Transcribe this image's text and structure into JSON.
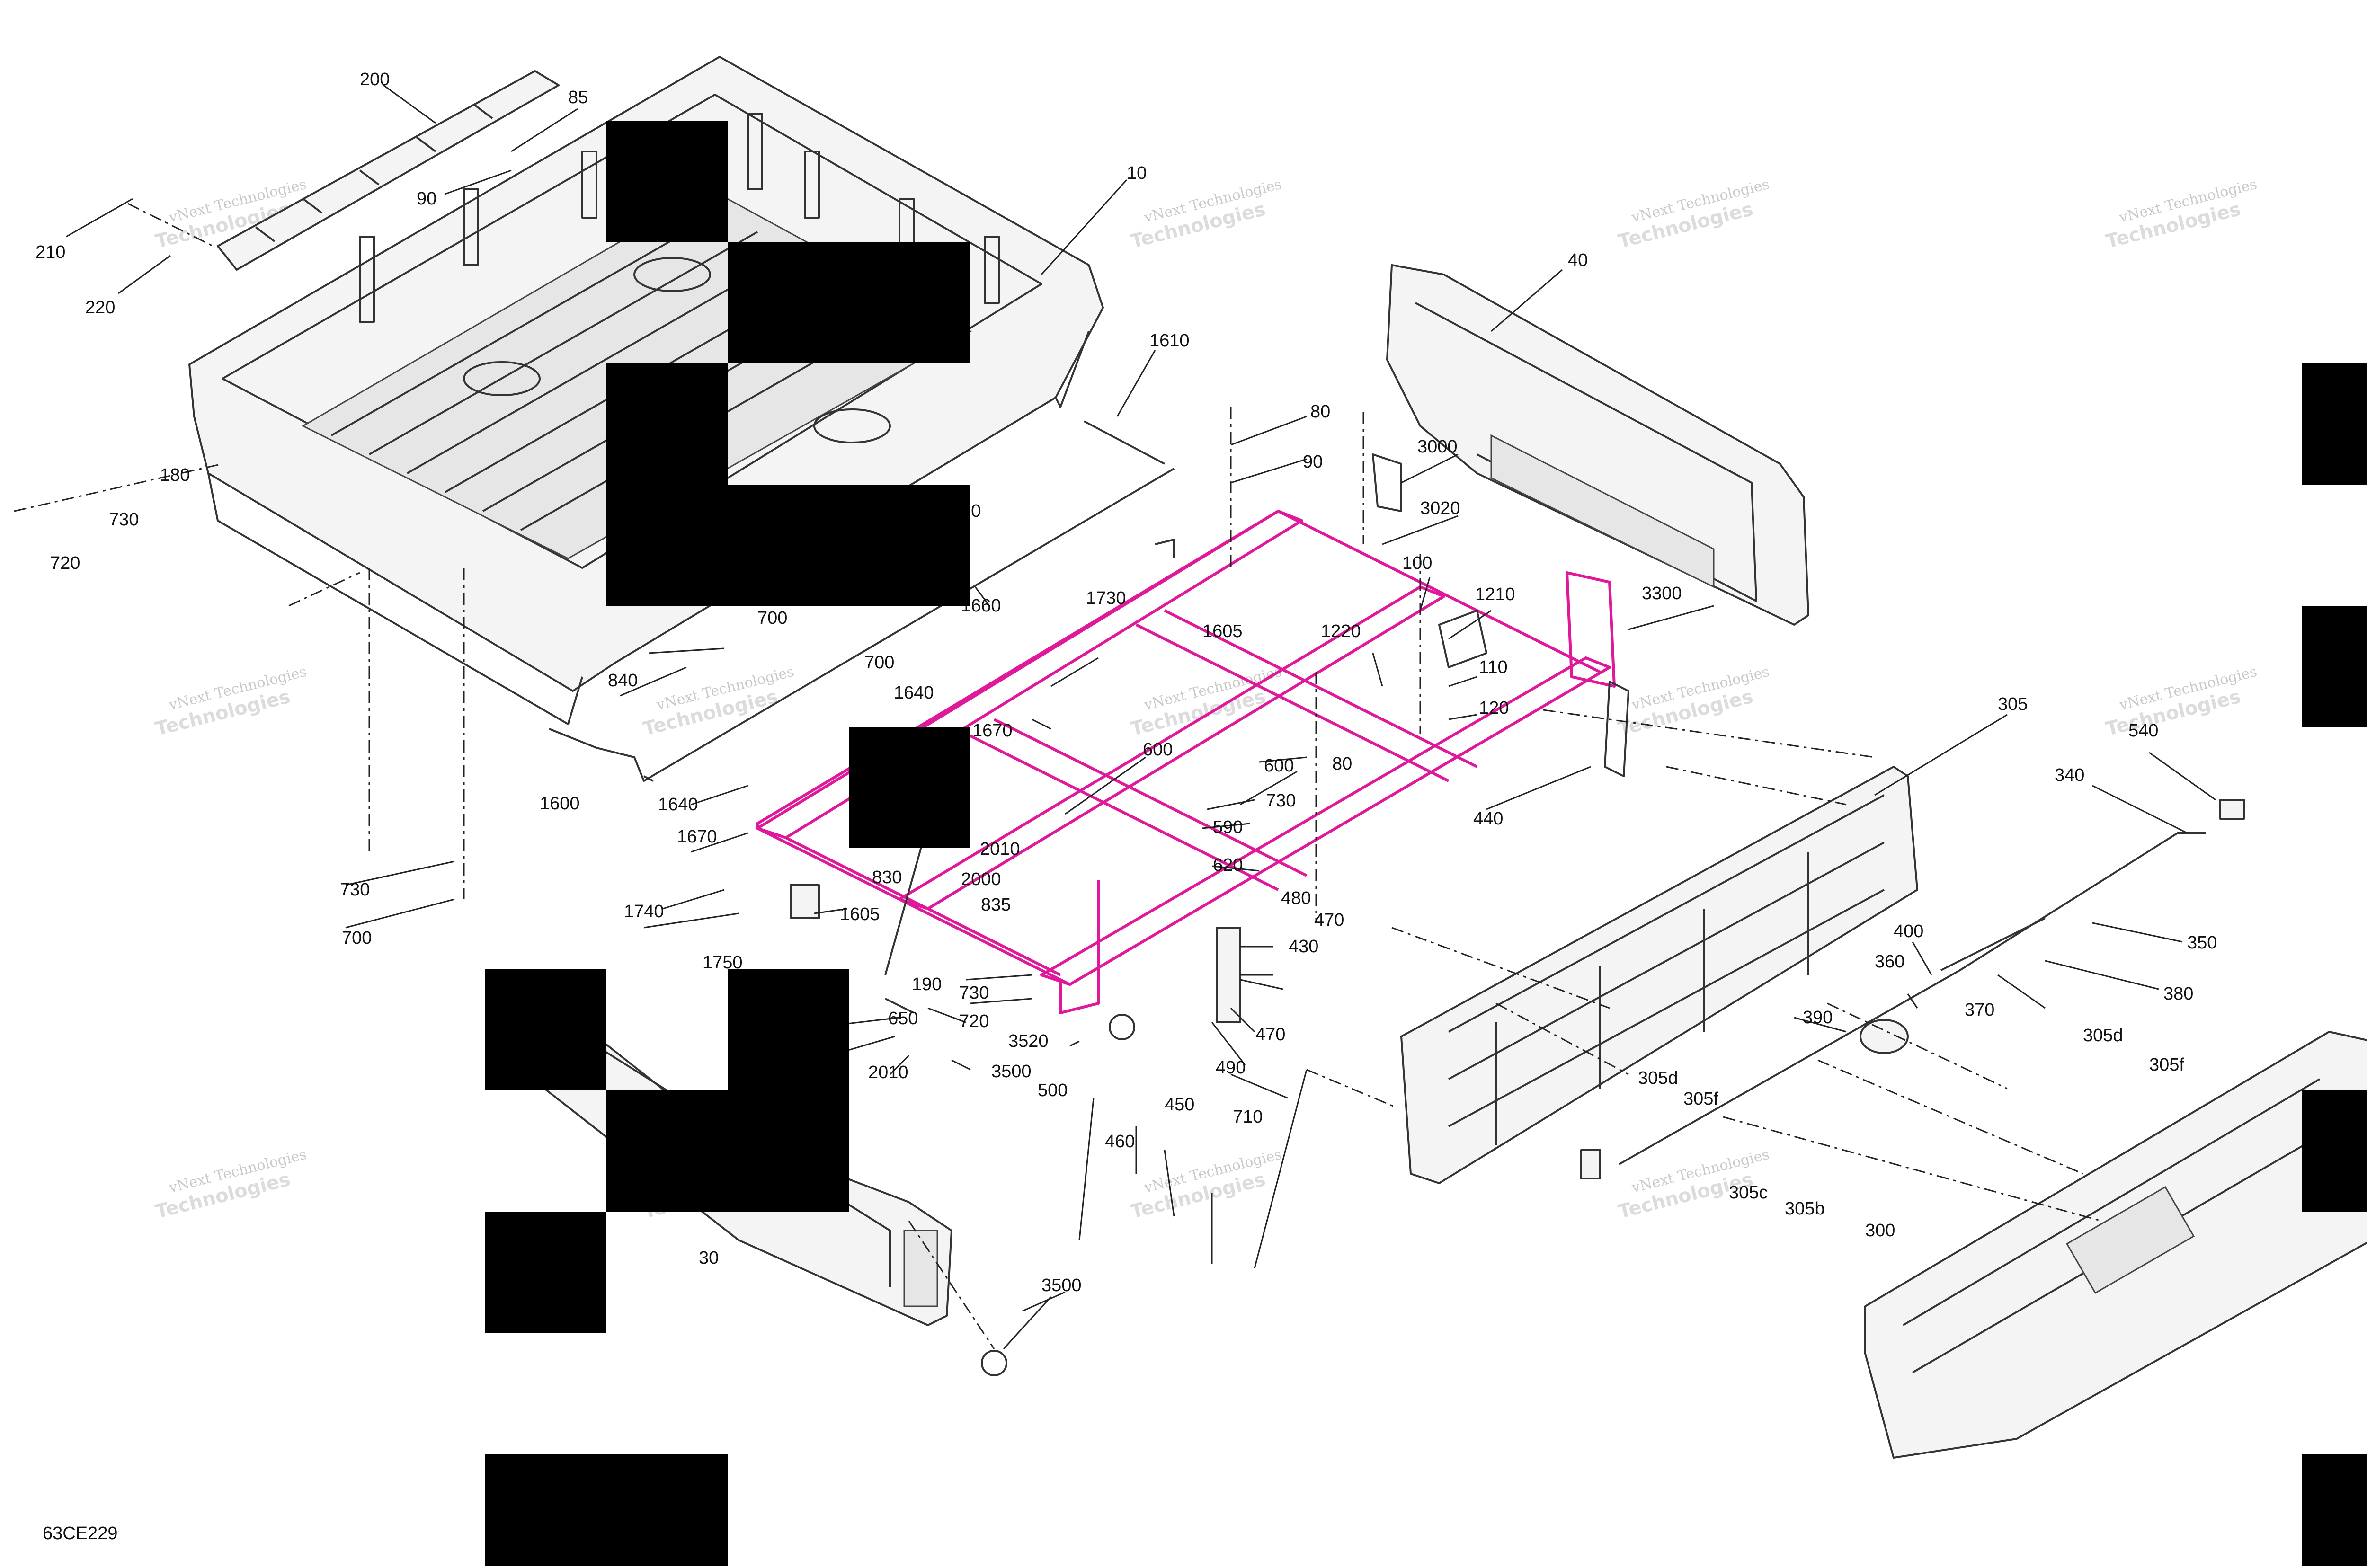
{
  "diagram_id": "63CE229",
  "watermark": {
    "line1": "vNext Technologies",
    "line2": "Technologies"
  },
  "callouts": {
    "c10": "10",
    "c30": "30",
    "c40": "40",
    "c80a": "80",
    "c80b": "80",
    "c85": "85",
    "c90a": "90",
    "c90b": "90",
    "c100": "100",
    "c110": "110",
    "c120": "120",
    "c180": "180",
    "c190": "190",
    "c200": "200",
    "c210": "210",
    "c220": "220",
    "c300": "300",
    "c305": "305",
    "c305b": "305b",
    "c305c": "305c",
    "c305d1": "305d",
    "c305d2": "305d",
    "c305f1": "305f",
    "c305f2": "305f",
    "c340": "340",
    "c350": "350",
    "c360": "360",
    "c370": "370",
    "c380": "380",
    "c390": "390",
    "c400": "400",
    "c430": "430",
    "c440": "440",
    "c450": "450",
    "c460": "460",
    "c470a": "470",
    "c470b": "470",
    "c480": "480",
    "c490": "490",
    "c500": "500",
    "c540": "540",
    "c590": "590",
    "c600a": "600",
    "c600b": "600",
    "c620": "620",
    "c650": "650",
    "c700a": "700",
    "c700b": "700",
    "c700c": "700",
    "c710": "710",
    "c720a": "720",
    "c720b": "720",
    "c730a": "730",
    "c730b": "730",
    "c730c": "730",
    "c730d": "730",
    "c830": "830",
    "c835": "835",
    "c840": "840",
    "c1210": "1210",
    "c1220": "1220",
    "c1600": "1600",
    "c1605a": "1605",
    "c1605b": "1605",
    "c1610": "1610",
    "c1640a": "1640",
    "c1640b": "1640",
    "c1660": "1660",
    "c1670a": "1670",
    "c1670b": "1670",
    "c1730": "1730",
    "c1740": "1740",
    "c1750": "1750",
    "c2000": "2000",
    "c2010a": "2010",
    "c2010b": "2010",
    "c3000": "3000",
    "c3020": "3020",
    "c3300": "3300",
    "c3500a": "3500",
    "c3500b": "3500",
    "c3520": "3520",
    "c30x": "30"
  },
  "colors": {
    "frame_highlight": "#e0189a",
    "line": "#333333",
    "redaction": "#000000"
  }
}
